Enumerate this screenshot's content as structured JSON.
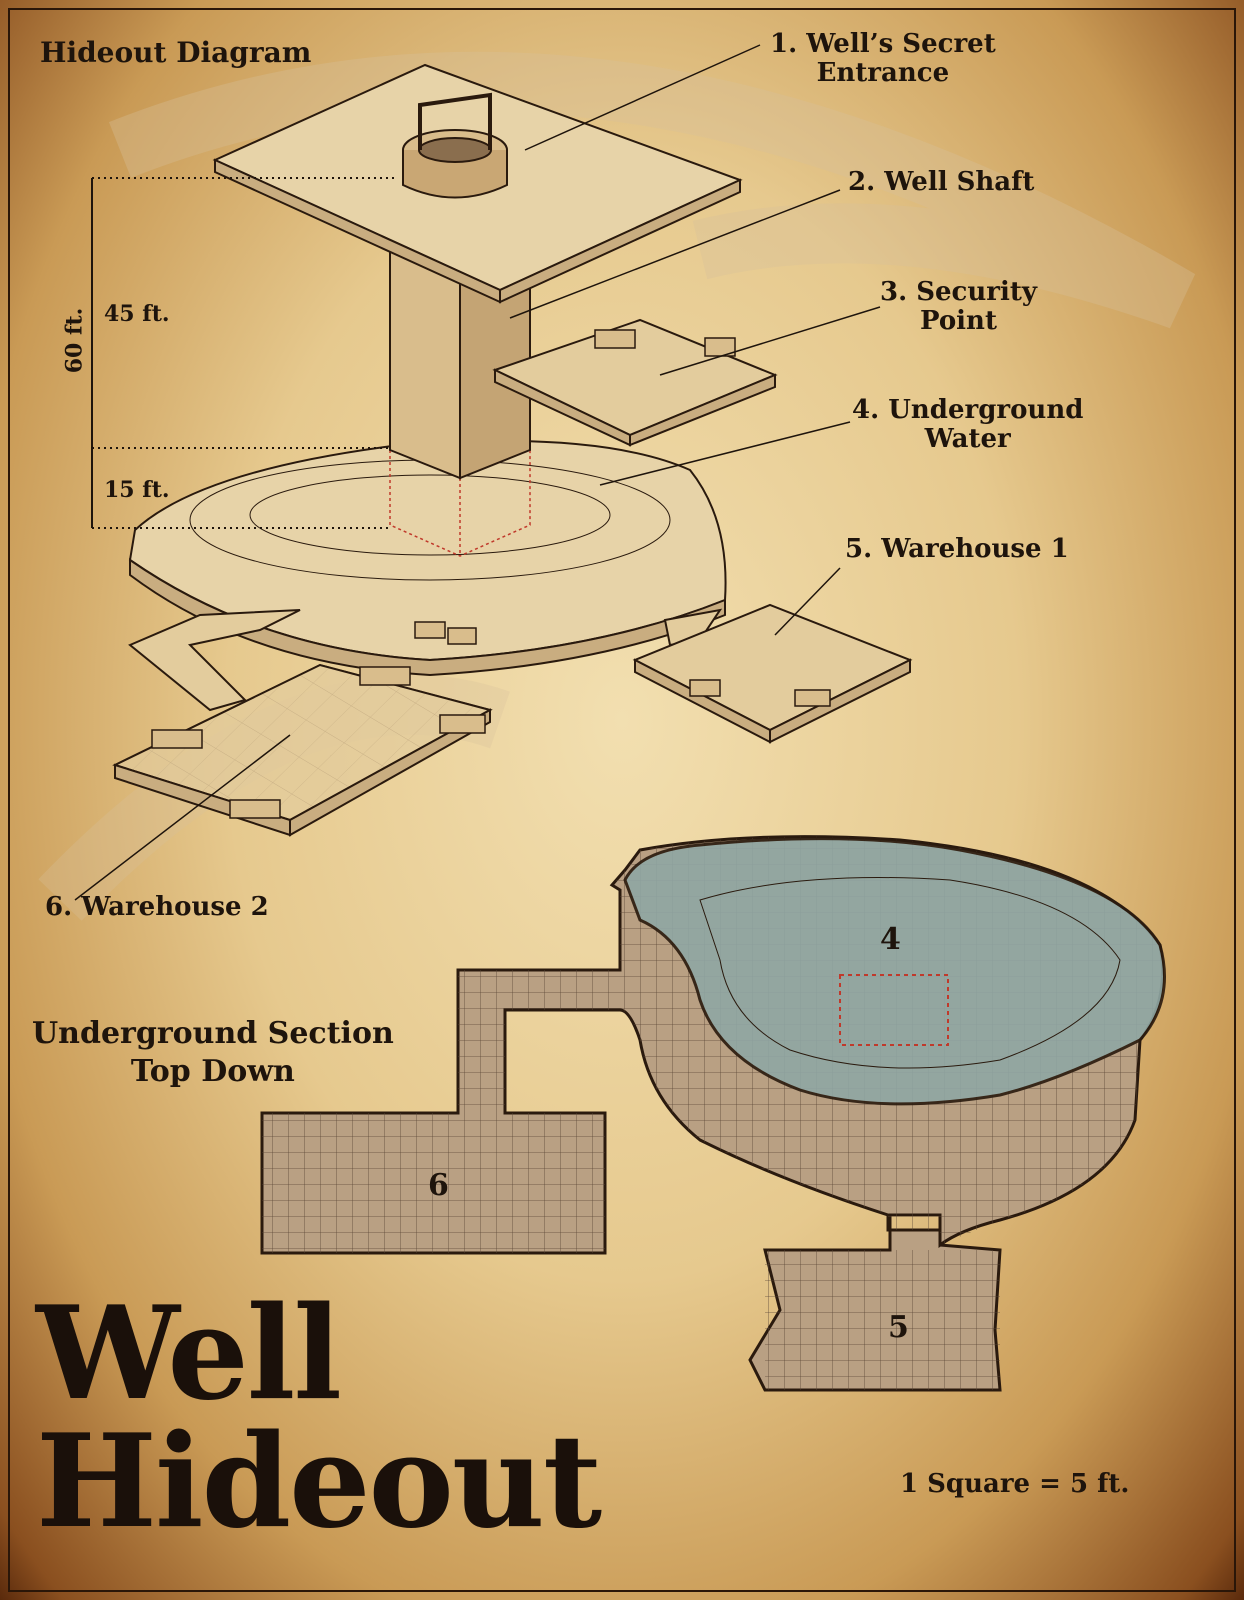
{
  "diagram_title": "Hideout Diagram",
  "labels": {
    "l1": [
      "1. Well’s Secret",
      "Entrance"
    ],
    "l2": "2. Well Shaft",
    "l3": [
      "3. Security",
      "Point"
    ],
    "l4": [
      "4. Underground",
      "Water"
    ],
    "l5": "5. Warehouse 1",
    "l6": "6. Warehouse 2"
  },
  "dimensions": {
    "total": "60 ft.",
    "upper": "45 ft.",
    "lower": "15 ft."
  },
  "section_title": [
    "Underground Section",
    "Top Down"
  ],
  "room_numbers": {
    "water": "4",
    "warehouse1": "5",
    "warehouse2": "6"
  },
  "scale": "1 Square = 5 ft.",
  "map_title": [
    "Well",
    "Hideout"
  ],
  "colors": {
    "parchment": "#e6c98e",
    "ink": "#1e140c",
    "water": "#8fa7a4",
    "floor": "#b9a083",
    "marker": "#c0392b"
  }
}
